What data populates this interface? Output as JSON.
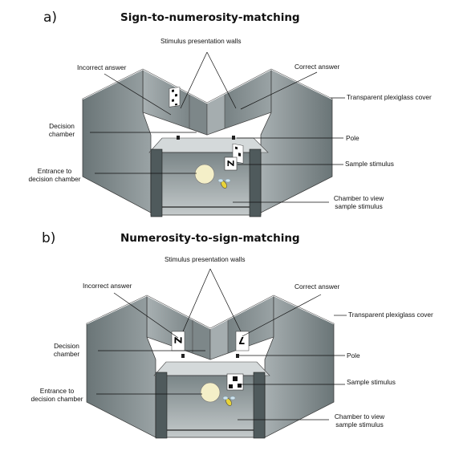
{
  "panels": [
    {
      "label": "a)",
      "title": "Sign-to-numerosity-matching",
      "labels": {
        "walls": "Stimulus presentation walls",
        "incorrect": "Incorrect answer",
        "correct": "Correct answer",
        "cover": "Transparent plexiglass cover",
        "decision": "Decision\nchamber",
        "pole": "Pole",
        "entrance": "Entrance to\ndecision chamber",
        "sample": "Sample stimulus",
        "view": "Chamber to view\nsample stimulus"
      },
      "sample_stimulus": "Z",
      "colors": {
        "wall_dark": "#5f6a6c",
        "wall_mid": "#8a9496",
        "wall_light": "#b9c1c2",
        "entrance": "#f4efc8",
        "cover_edge": "#ffffff"
      }
    },
    {
      "label": "b)",
      "title": "Numerosity-to-sign-matching",
      "labels": {
        "walls": "Stimulus presentation walls",
        "incorrect": "Incorrect answer",
        "correct": "Correct answer",
        "cover": "Transparent plexiglass cover",
        "decision": "Decision\nchamber",
        "pole": "Pole",
        "entrance": "Entrance to\ndecision chamber",
        "sample": "Sample stimulus",
        "view": "Chamber to view\nsample stimulus"
      },
      "left_stimulus": "Z",
      "right_stimulus": "7",
      "colors": {
        "wall_dark": "#5f6a6c",
        "wall_mid": "#8a9496",
        "wall_light": "#b9c1c2",
        "entrance": "#f4efc8",
        "cover_edge": "#ffffff"
      }
    }
  ]
}
